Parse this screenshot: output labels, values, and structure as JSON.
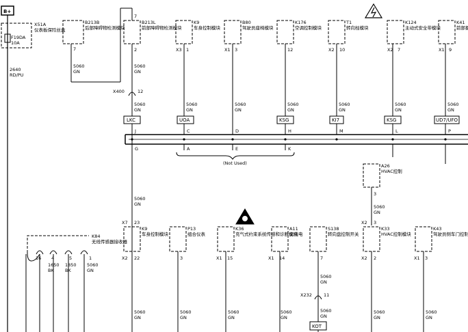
{
  "battery": {
    "label": "B+"
  },
  "fuse": {
    "id": "F19DA",
    "rating": "10A",
    "component": "X51A",
    "component_name": "仪表板保险丝盒"
  },
  "top_wire": {
    "code": "2640",
    "color": "RD/PU"
  },
  "top_modules": [
    {
      "id": "B213B",
      "name": "后部障碍物检测模块",
      "pin": "7",
      "wire": "5060",
      "color": "GN"
    },
    {
      "id": "B213L",
      "name": "前部障碍物检测模块",
      "connector": "",
      "pin": "2",
      "wire": "5060",
      "color": "GN",
      "top_pin": "7"
    },
    {
      "id": "K9",
      "name": "车身控制模块",
      "connector": "X3",
      "pin": "1",
      "wire": "5060",
      "color": "GN",
      "tag": "UOA"
    },
    {
      "id": "B80",
      "name": "驾驶员座椅模块",
      "connector": "X1",
      "pin": "3",
      "wire": "5060",
      "color": "GN",
      "tag": ""
    },
    {
      "id": "K176",
      "name": "空调控制模块",
      "connector": "",
      "pin": "12",
      "wire": "5060",
      "color": "GN",
      "tag": "KSG"
    },
    {
      "id": "T1",
      "name": "转向柱模块",
      "connector": "X2",
      "pin": "10",
      "wire": "5060",
      "color": "GN",
      "tag": "KI7"
    },
    {
      "id": "K124",
      "name": "主动式安全带模块",
      "connector": "X2",
      "pin": "7",
      "wire": "5060",
      "color": "GN",
      "tag": "KSG"
    },
    {
      "id": "K41",
      "name": "前部摄像机",
      "connector": "X1",
      "pin": "9",
      "wire": "5060",
      "color": "GN",
      "tag": "UD7/UFO"
    }
  ],
  "lkc_tag": "LKC",
  "x400": {
    "label": "X400",
    "pin": "12",
    "wire": "5060",
    "color": "GN"
  },
  "splice_letters_top": [
    "J",
    "C",
    "D",
    "H",
    "M",
    "L",
    "P"
  ],
  "splice_letters_bottom": [
    "G",
    "A",
    "E",
    "K"
  ],
  "not_used": "(Not Used)",
  "mid_module": {
    "id": "A26",
    "name": "HVAC控制",
    "pin": "3",
    "wire": "5060",
    "color": "GN"
  },
  "bottom_modules": [
    {
      "id": "K9",
      "name": "车身控制模块",
      "connector": "X2",
      "pin": "22",
      "wire": "5060",
      "color": "GN",
      "upper_conn": "X7",
      "upper_pin": "23"
    },
    {
      "id": "P13",
      "name": "组合仪表",
      "connector": "",
      "pin": "3",
      "wire": "5060",
      "color": "GN"
    },
    {
      "id": "K36",
      "name": "充气式约束系统传感和诊断模块",
      "connector": "X1",
      "pin": "15",
      "wire": "5060",
      "color": "GN"
    },
    {
      "id": "A11",
      "name": "无线电",
      "connector": "X1",
      "pin": "14",
      "wire": "5060",
      "color": "GN"
    },
    {
      "id": "S138",
      "name": "转向盘控制开关",
      "connector": "",
      "pin": "7",
      "wire": "5060",
      "color": "GN"
    },
    {
      "id": "K33",
      "name": "HVAC控制模块",
      "connector": "X2",
      "pin": "2",
      "wire": "5060",
      "color": "GN",
      "upper_conn": "X2",
      "upper_pin": "3"
    },
    {
      "id": "K43",
      "name": "驾驶员侧车门控制模块",
      "connector": "X1",
      "pin": "3",
      "wire": "5060",
      "color": "GN"
    }
  ],
  "s138_wire": {
    "wire": "5060",
    "color": "GN",
    "conn": "X232",
    "pin": "11",
    "wire2": "5060",
    "color2": "GN",
    "tag": "KOT"
  },
  "k84": {
    "id": "K84",
    "name": "无线传感器接收器",
    "pins": [
      "16",
      "4",
      "5",
      "1"
    ],
    "wires": [
      "",
      "1650",
      "1850",
      "5060"
    ],
    "colors": [
      "",
      "BK",
      "BK",
      "GN"
    ]
  }
}
